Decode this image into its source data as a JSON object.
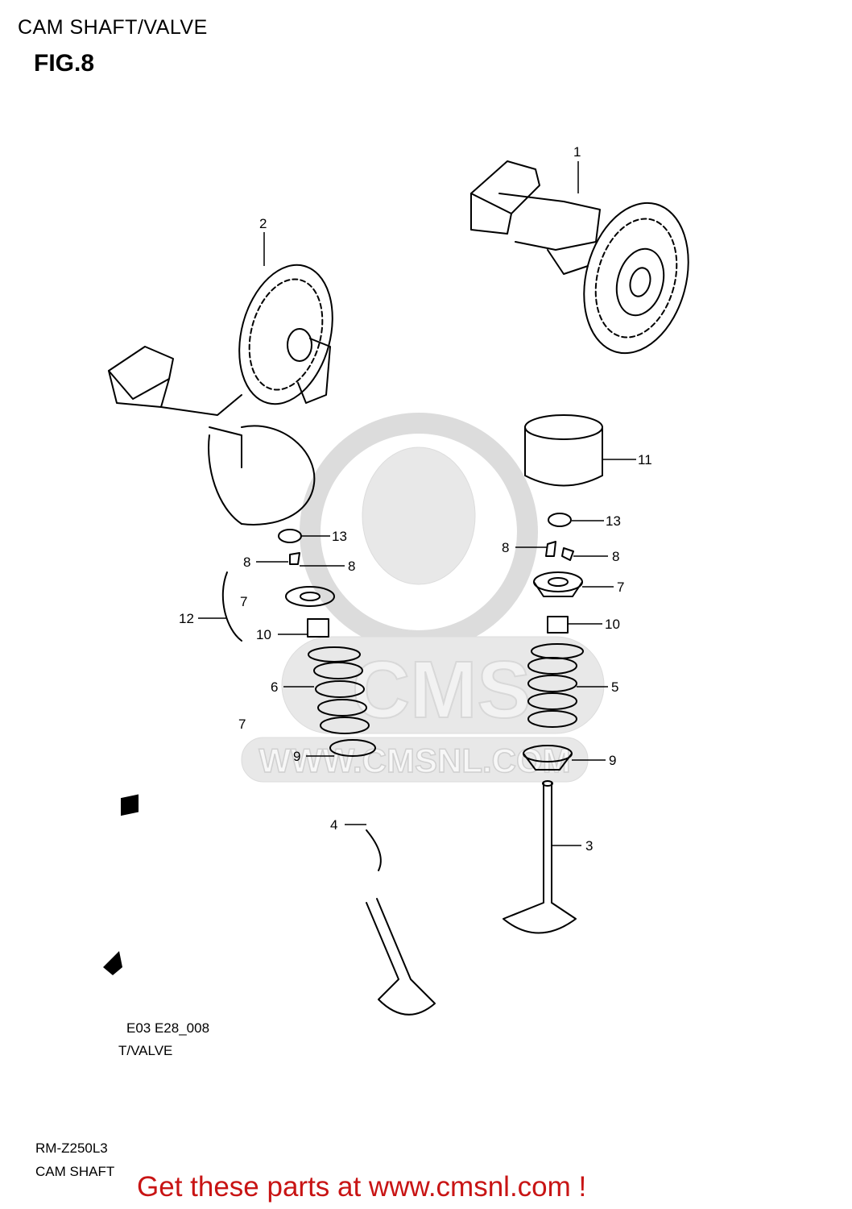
{
  "header": {
    "title": "CAM SHAFT/VALVE",
    "figure": "FIG.8"
  },
  "watermark": {
    "url": "WWW.CMSNL.COM",
    "logo": "CMS"
  },
  "callouts": {
    "c1": "1",
    "c2": "2",
    "c3": "3",
    "c4": "4",
    "c5": "5",
    "c6": "6",
    "c7a": "7",
    "c7b": "7",
    "c7c": "7",
    "c8a": "8",
    "c8b": "8",
    "c8c": "8",
    "c8d": "8",
    "c9a": "9",
    "c9b": "9",
    "c10a": "10",
    "c10b": "10",
    "c11": "11",
    "c12": "12",
    "c13a": "13",
    "c13b": "13"
  },
  "footer": {
    "code": "E03 E28_008",
    "partial_title": "T/VALVE",
    "model": "RM-Z250L3",
    "section": "CAM SHAFT",
    "cta": "Get these parts at www.cmsnl.com !"
  },
  "colors": {
    "cta": "#c81414",
    "watermark": "#e6e6e6",
    "line": "#000000"
  }
}
